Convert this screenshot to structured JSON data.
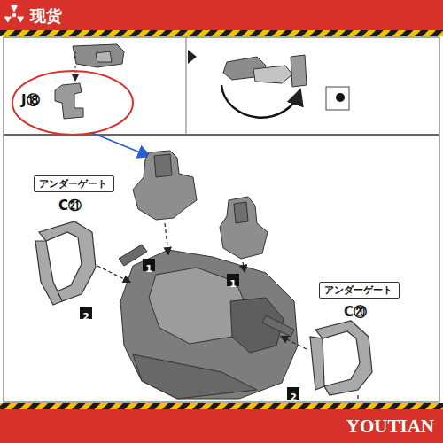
{
  "diagram": {
    "nodes": [
      {
        "text": [
          "现货"
        ]
      },
      {
        "text": [
          "アンダーゲート",
          "C㉑"
        ]
      },
      {
        "text": [
          "1"
        ]
      },
      {
        "text": [
          "1"
        ]
      },
      {
        "text": [
          "アンダーゲート",
          "C⑳"
        ]
      },
      {
        "text": [
          "2"
        ]
      },
      {
        "text": [
          "2"
        ]
      },
      {
        "text": [
          "YOUTIAN"
        ]
      }
    ],
    "labels": [
      "J⑱"
    ]
  }
}
